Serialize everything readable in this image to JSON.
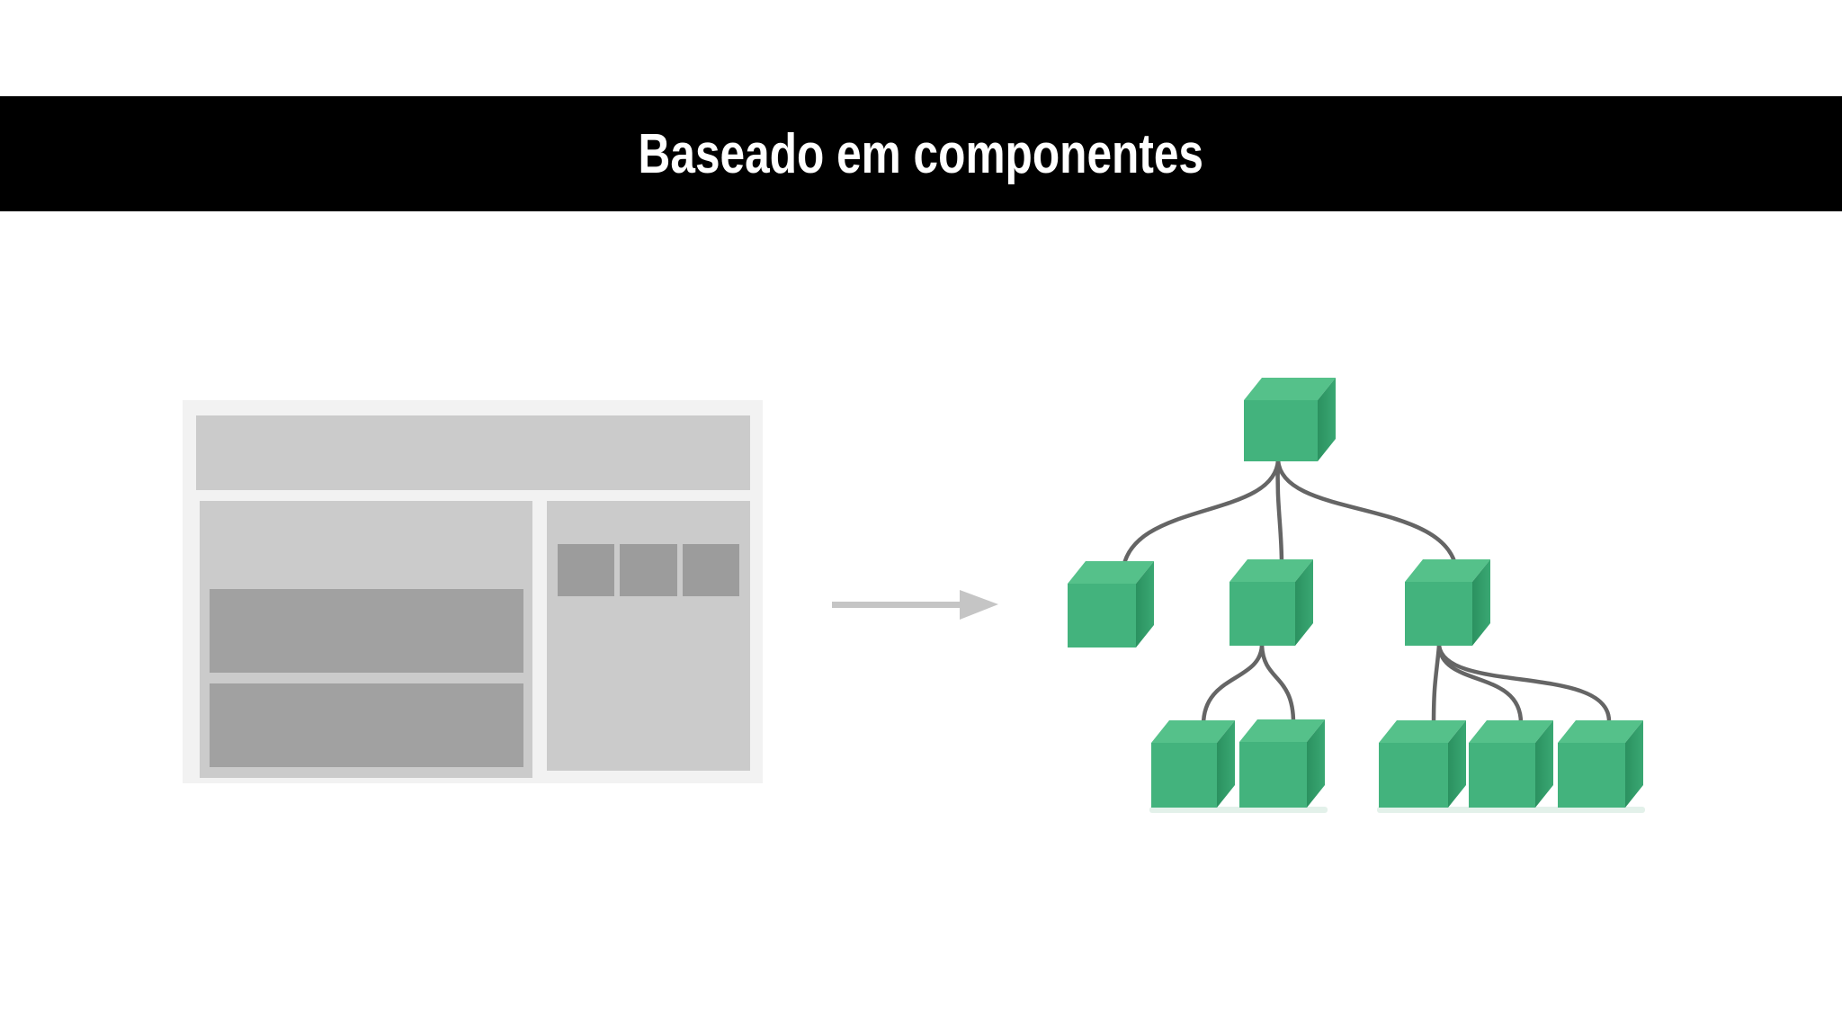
{
  "title_bar": {
    "text": "Baseado em componentes",
    "background": "#000000",
    "text_color": "#ffffff"
  },
  "colors": {
    "page_background": "#ffffff",
    "wireframe_frame": "#f2f2f2",
    "wireframe_panel": "#cbcbcb",
    "wireframe_block": "#a1a1a1",
    "wireframe_tile": "#9c9c9c",
    "arrow": "#c5c5c5",
    "connector": "#656565",
    "cube_front": "#43b37d",
    "cube_top": "#55c18a",
    "cube_side_dark": "#2b9160",
    "cube_side_light": "#3aa873",
    "cube_shadow": "#e3f1ea"
  },
  "component_tree": {
    "total_nodes": 9,
    "nodes_per_level": [
      1,
      3,
      5
    ],
    "root_child_count": 3,
    "second_level_child_counts": [
      0,
      2,
      3
    ]
  }
}
